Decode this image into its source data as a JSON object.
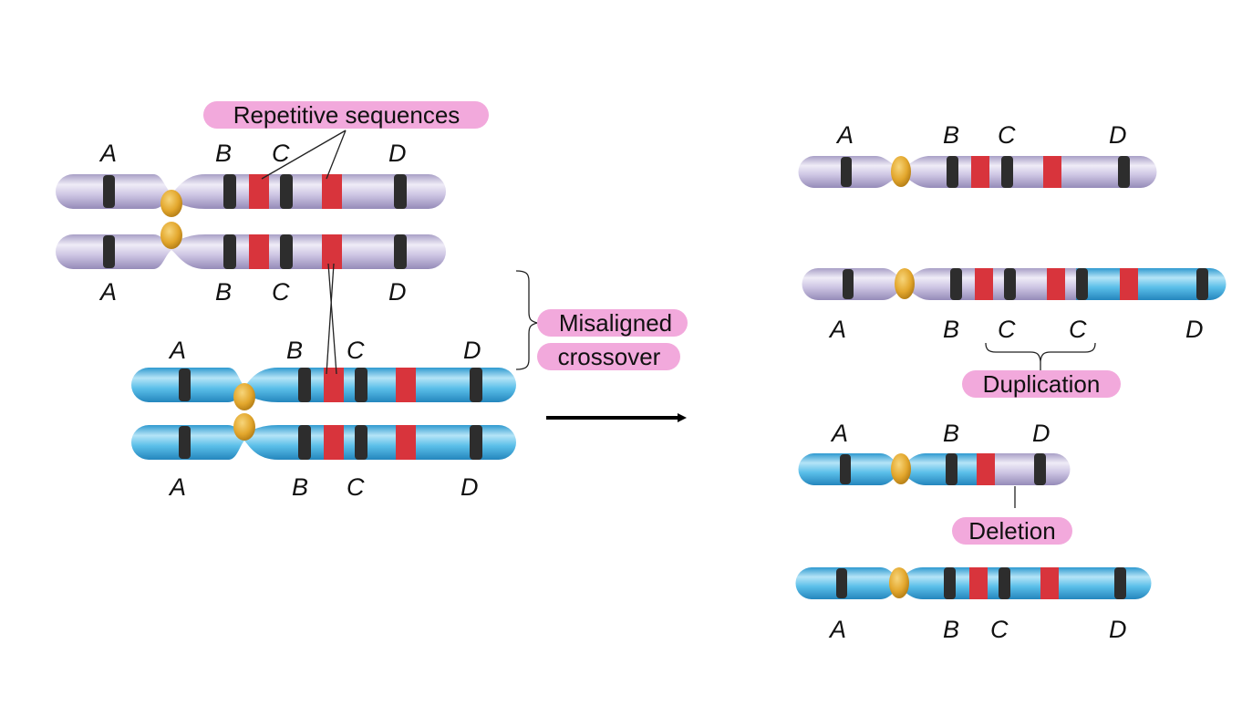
{
  "colors": {
    "lavender_body": "#cdc5e3",
    "lavender_light": "#efecf7",
    "lavender_dark": "#a89fc6",
    "blue_body": "#5bbfe9",
    "blue_light": "#b5e4f7",
    "blue_dark": "#2f9ad0",
    "band_black": "#2d2d2d",
    "band_red": "#d8343c",
    "centromere": "#e3a72d",
    "label_highlight": "#f2a9dc",
    "arrow": "#000000"
  },
  "callouts": {
    "repetitive": "Repetitive sequences",
    "misaligned_1": "Misaligned",
    "misaligned_2": "crossover",
    "duplication": "Duplication",
    "deletion": "Deletion"
  },
  "left_labels": {
    "top_A": "A",
    "top_B": "B",
    "top_C": "C",
    "top_D": "D",
    "mid_A": "A",
    "mid_B": "B",
    "mid_C": "C",
    "mid_D": "D",
    "blue_top_A": "A",
    "blue_top_B": "B",
    "blue_top_C": "C",
    "blue_top_D": "D",
    "blue_bot_A": "A",
    "blue_bot_B": "B",
    "blue_bot_C": "C",
    "blue_bot_D": "D"
  },
  "right_labels": {
    "r1_A": "A",
    "r1_B": "B",
    "r1_C": "C",
    "r1_D": "D",
    "r2_A": "A",
    "r2_B": "B",
    "r2_C1": "C",
    "r2_C2": "C",
    "r2_D": "D",
    "r3_A": "A",
    "r3_B": "B",
    "r3_D": "D",
    "r4_A": "A",
    "r4_B": "B",
    "r4_C": "C",
    "r4_D": "D"
  }
}
